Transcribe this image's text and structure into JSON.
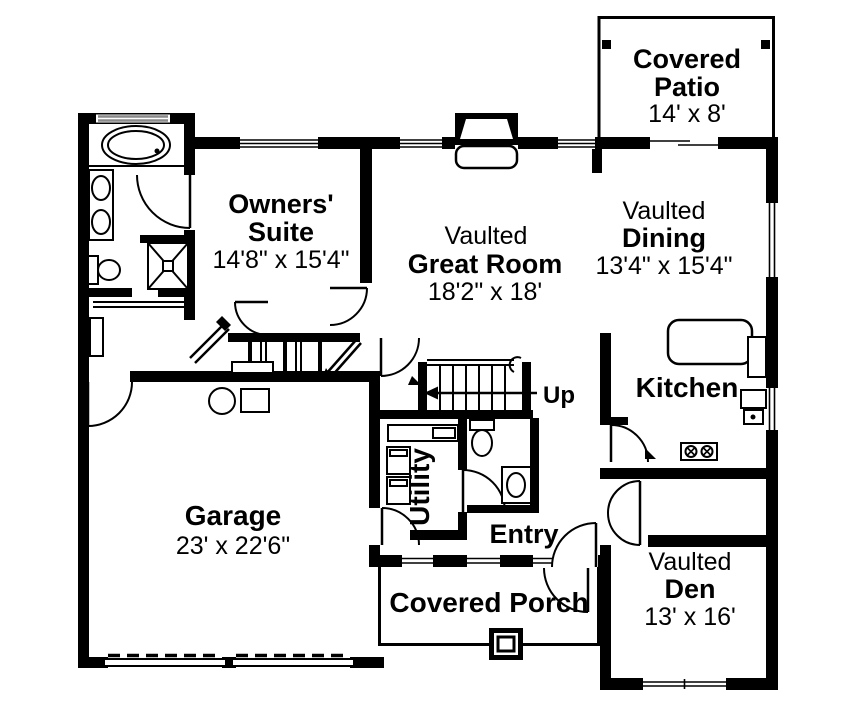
{
  "rooms": {
    "covered_patio": {
      "line1": "Covered",
      "line2": "Patio",
      "dims": "14' x 8'"
    },
    "owners_suite": {
      "line1": "Owners'",
      "line2": "Suite",
      "dims": "14'8\" x 15'4\""
    },
    "great_room": {
      "qualifier": "Vaulted",
      "name": "Great Room",
      "dims": "18'2\" x 18'"
    },
    "dining": {
      "qualifier": "Vaulted",
      "name": "Dining",
      "dims": "13'4\" x 15'4\""
    },
    "kitchen": {
      "name": "Kitchen"
    },
    "utility": {
      "name": "Utility"
    },
    "entry": {
      "name": "Entry"
    },
    "garage": {
      "name": "Garage",
      "dims": "23' x 22'6\""
    },
    "covered_porch": {
      "name": "Covered Porch"
    },
    "den": {
      "qualifier": "Vaulted",
      "name": "Den",
      "dims": "13' x 16'"
    }
  },
  "stairs": {
    "label": "Up"
  },
  "colors": {
    "wall": "#000000",
    "background": "#ffffff",
    "window_tint": "#8a8a8a"
  }
}
